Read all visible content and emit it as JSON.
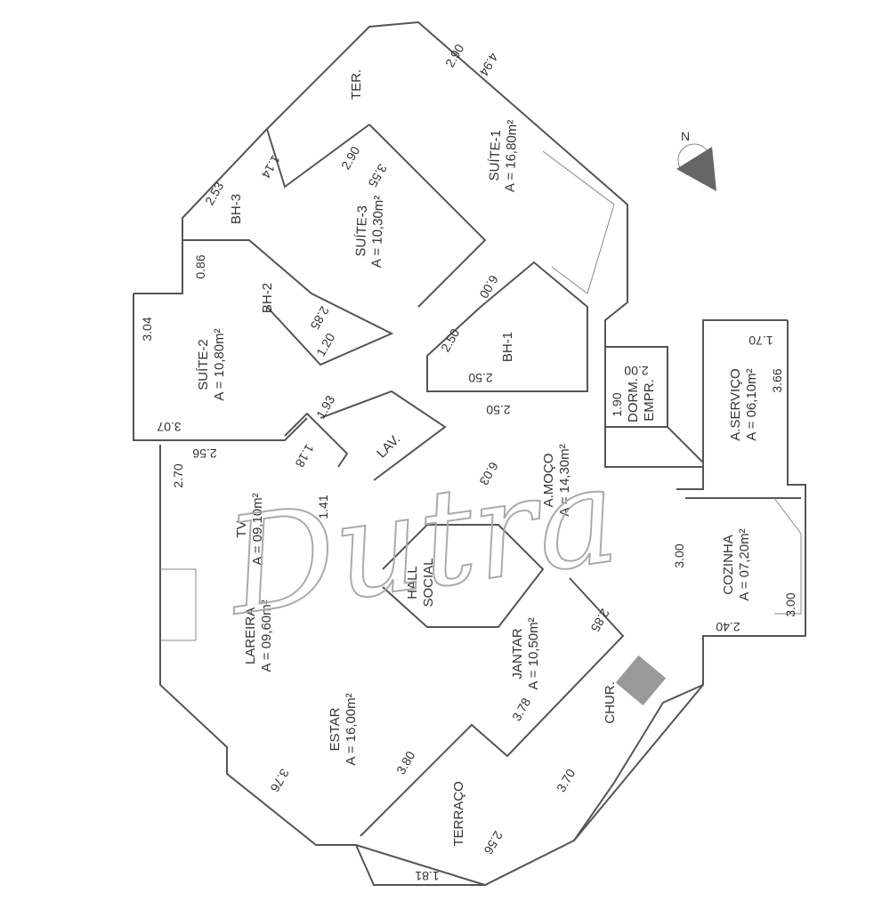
{
  "rooms": {
    "suite1": {
      "name": "SUÍTE-1",
      "area": "A = 16,80m²"
    },
    "suite3": {
      "name": "SUÍTE-3",
      "area": "A = 10,30m²"
    },
    "suite2": {
      "name": "SUÍTE-2",
      "area": "A = 10,80m²"
    },
    "tv": {
      "name": "TV",
      "area": "A = 09,10m²"
    },
    "lareira": {
      "name": "LAREIRA",
      "area": "A = 09,60m²"
    },
    "estar": {
      "name": "ESTAR",
      "area": "A = 16,00m²"
    },
    "jantar": {
      "name": "JANTAR",
      "area": "A = 10,50m²"
    },
    "almoco": {
      "name": "A.MOÇO",
      "area": "A = 14,30m²"
    },
    "hall": {
      "name": "HALL",
      "name2": "SOCIAL"
    },
    "dorm": {
      "name": "DORM.",
      "name2": "EMPR."
    },
    "servico": {
      "name": "A.SERVIÇO",
      "area": "A = 06,10m²"
    },
    "cozinha": {
      "name": "COZINHA",
      "area": "A = 07,20m²"
    },
    "terraco": {
      "name": "TERRAÇO"
    },
    "ter": {
      "name": "TER."
    },
    "chur": {
      "name": "CHUR."
    },
    "bh1": {
      "name": "BH-1"
    },
    "bh2": {
      "name": "BH-2"
    },
    "bh3": {
      "name": "BH-3"
    },
    "lav": {
      "name": "LAV."
    }
  },
  "dimensions": [
    "2.90",
    "4.94",
    "2.90",
    "3.55",
    "1.14",
    "2.53",
    "0.86",
    "2.85",
    "1.20",
    "6.00",
    "2.50",
    "2.50",
    "2.50",
    "3.04",
    "3.07",
    "1.93",
    "1.18",
    "2.70",
    "2.56",
    "1.41",
    "6.03",
    "1.90",
    "2.00",
    "1.70",
    "3.66",
    "3.00",
    "3.00",
    "2.40",
    "2.85",
    "3.78",
    "3.80",
    "3.76",
    "3.70",
    "2.56",
    "1.81"
  ],
  "watermark": "Dutra",
  "compass": "N"
}
